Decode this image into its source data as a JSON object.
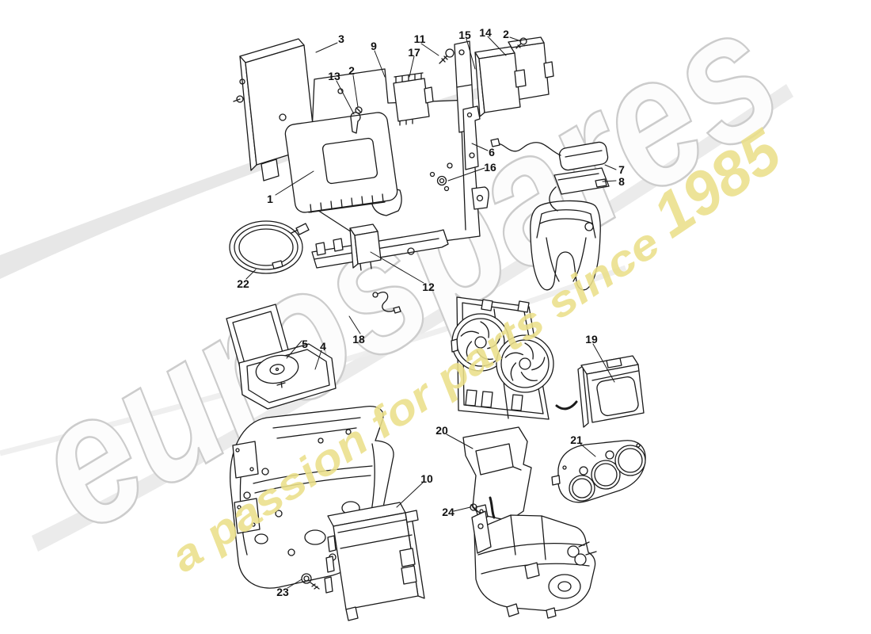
{
  "watermark": {
    "brand_text": "eurospares",
    "tagline_text": "a passion for parts since",
    "tagline_year": "1985",
    "colors": {
      "brand_fill": "#fcfcfc",
      "brand_outline": "#cccccc",
      "swoosh": "#e7e7e7",
      "tagline_yellow": "#ebe08a"
    }
  },
  "diagram": {
    "line_color": "#1a1a1a",
    "highlight_color": "#0d0d0d",
    "callouts": [
      {
        "label": "3"
      },
      {
        "label": "9"
      },
      {
        "label": "11"
      },
      {
        "label": "15"
      },
      {
        "label": "14"
      },
      {
        "label": "2"
      },
      {
        "label": "17"
      },
      {
        "label": "13"
      },
      {
        "label": "2"
      },
      {
        "label": "1"
      },
      {
        "label": "6"
      },
      {
        "label": "16"
      },
      {
        "label": "7"
      },
      {
        "label": "8"
      },
      {
        "label": "22"
      },
      {
        "label": "12"
      },
      {
        "label": "18"
      },
      {
        "label": "5"
      },
      {
        "label": "4"
      },
      {
        "label": "19"
      },
      {
        "label": "20"
      },
      {
        "label": "21"
      },
      {
        "label": "10"
      },
      {
        "label": "24"
      },
      {
        "label": "23"
      }
    ]
  }
}
